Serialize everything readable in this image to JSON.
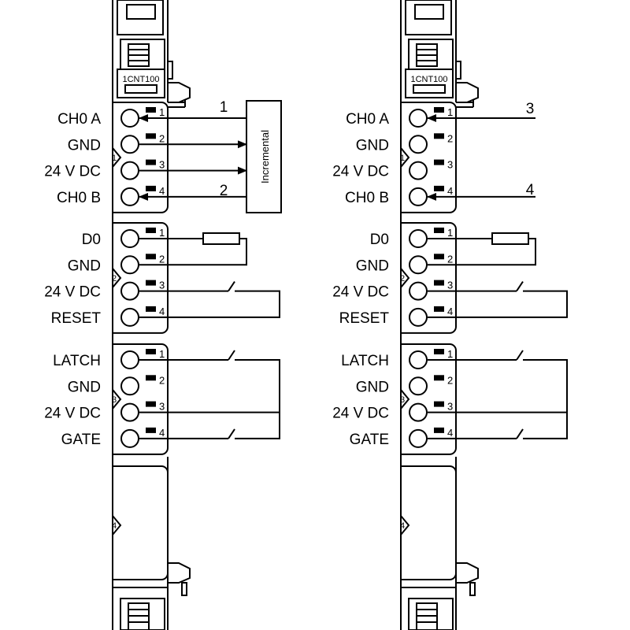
{
  "module_label": "1CNT100",
  "encoder_label": "Incremental",
  "groups": [
    {
      "number": "1",
      "signals": [
        "CH0 A",
        "GND",
        "24 V DC",
        "CH0 B"
      ]
    },
    {
      "number": "2",
      "signals": [
        "D0",
        "GND",
        "24 V DC",
        "RESET"
      ]
    },
    {
      "number": "3",
      "signals": [
        "LATCH",
        "GND",
        "24 V DC",
        "GATE"
      ]
    },
    {
      "number": "4",
      "signals": []
    }
  ],
  "pin_numbers": [
    "1",
    "2",
    "3",
    "4"
  ],
  "callouts_left": [
    "1",
    "2"
  ],
  "callouts_right": [
    "3",
    "4"
  ]
}
